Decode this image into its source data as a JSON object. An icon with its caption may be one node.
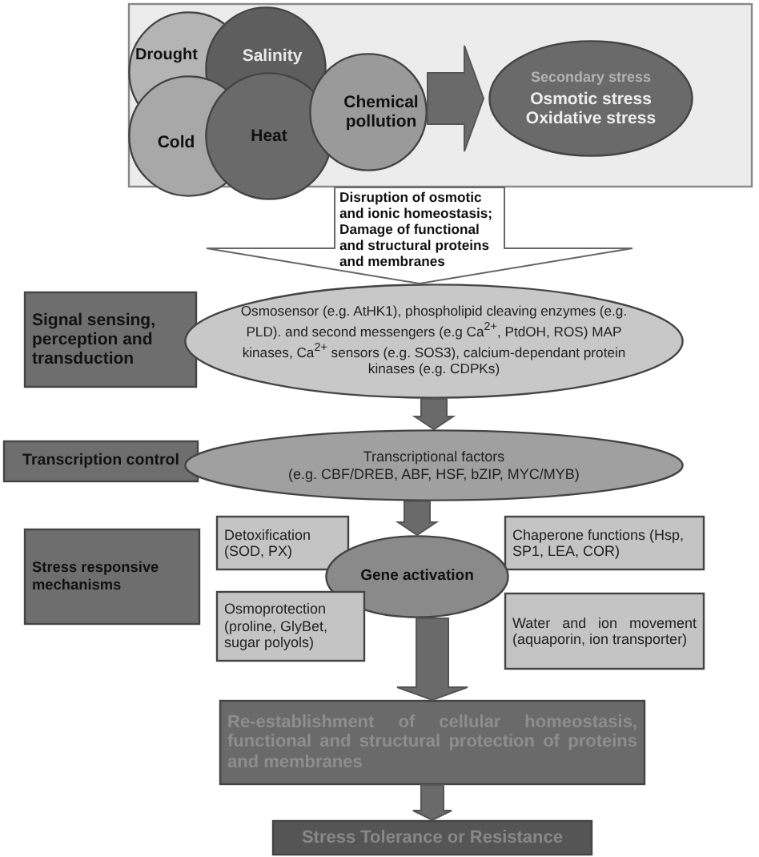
{
  "diagram": {
    "nodes": [
      {
        "text": [],
        "shape": "box"
      },
      {
        "text": [
          "Drought"
        ],
        "in": 0
      },
      {
        "text": [
          "Salinity"
        ],
        "in": 0
      },
      {
        "text": [
          "Cold"
        ],
        "in": 0
      },
      {
        "text": [
          "Heat"
        ],
        "in": 0
      },
      {
        "text": [
          "Chemical pollution"
        ],
        "in": 0
      },
      {
        "text": [
          "Secondary stress",
          "Osmotic stress",
          "Oxidative stress"
        ],
        "in": 0
      },
      {
        "text": [
          "Signal sensing, perception and transduction"
        ]
      },
      {
        "text": [
          "Osmosensor (e.g. AtHK1), phospholipid cleaving enzymes (e.g. PLD).  and second messengers (e.g Ca$^{2+}$, PtdOH, ROS) MAP kinases, Ca$^{2+}$ sensors (e.g. SOS3), calcium-dependant protein kinases (e.g. CDPKs)"
        ]
      },
      {
        "text": [
          "Transcription control"
        ]
      },
      {
        "text": [
          "Transcriptional factors",
          "(e.g. CBF/DREB, ABF, HSF, bZIP, MYC/MYB)"
        ]
      },
      {
        "text": [
          "Stress responsive mechanisms"
        ]
      },
      {
        "text": [
          "Detoxification (SOD, PX)"
        ]
      },
      {
        "text": [
          "Chaperone functions (Hsp, SP1, LEA, COR)"
        ]
      },
      {
        "text": [
          "Gene activation"
        ]
      },
      {
        "text": [
          "Osmoprotection (proline, GlyBet, sugar polyols)"
        ]
      },
      {
        "text": [
          "Water and ion movement (aquaporin, ion transporter)"
        ]
      },
      {
        "text": [
          "Re-establishment of cellular homeostasis, functional and structural protection of proteins and membranes"
        ]
      },
      {
        "text": [
          "Stress Tolerance or Resistance"
        ]
      }
    ],
    "edges": [
      {
        "from": 5,
        "to": 6,
        "arrow": "to",
        "style": "thick"
      },
      {
        "from": 0,
        "to": 8,
        "arrow": "to",
        "style": "thick",
        "label": "Disruption of osmotic and ionic homeostasis; Damage of functional and structural proteins and membranes"
      },
      {
        "from": 8,
        "to": 10,
        "arrow": "to",
        "style": "thick"
      },
      {
        "from": 10,
        "to": 14,
        "arrow": "to",
        "style": "thick"
      },
      {
        "from": 14,
        "to": 17,
        "arrow": "to",
        "style": "thick"
      },
      {
        "from": 17,
        "to": 18,
        "arrow": "to",
        "style": "thick"
      }
    ]
  }
}
